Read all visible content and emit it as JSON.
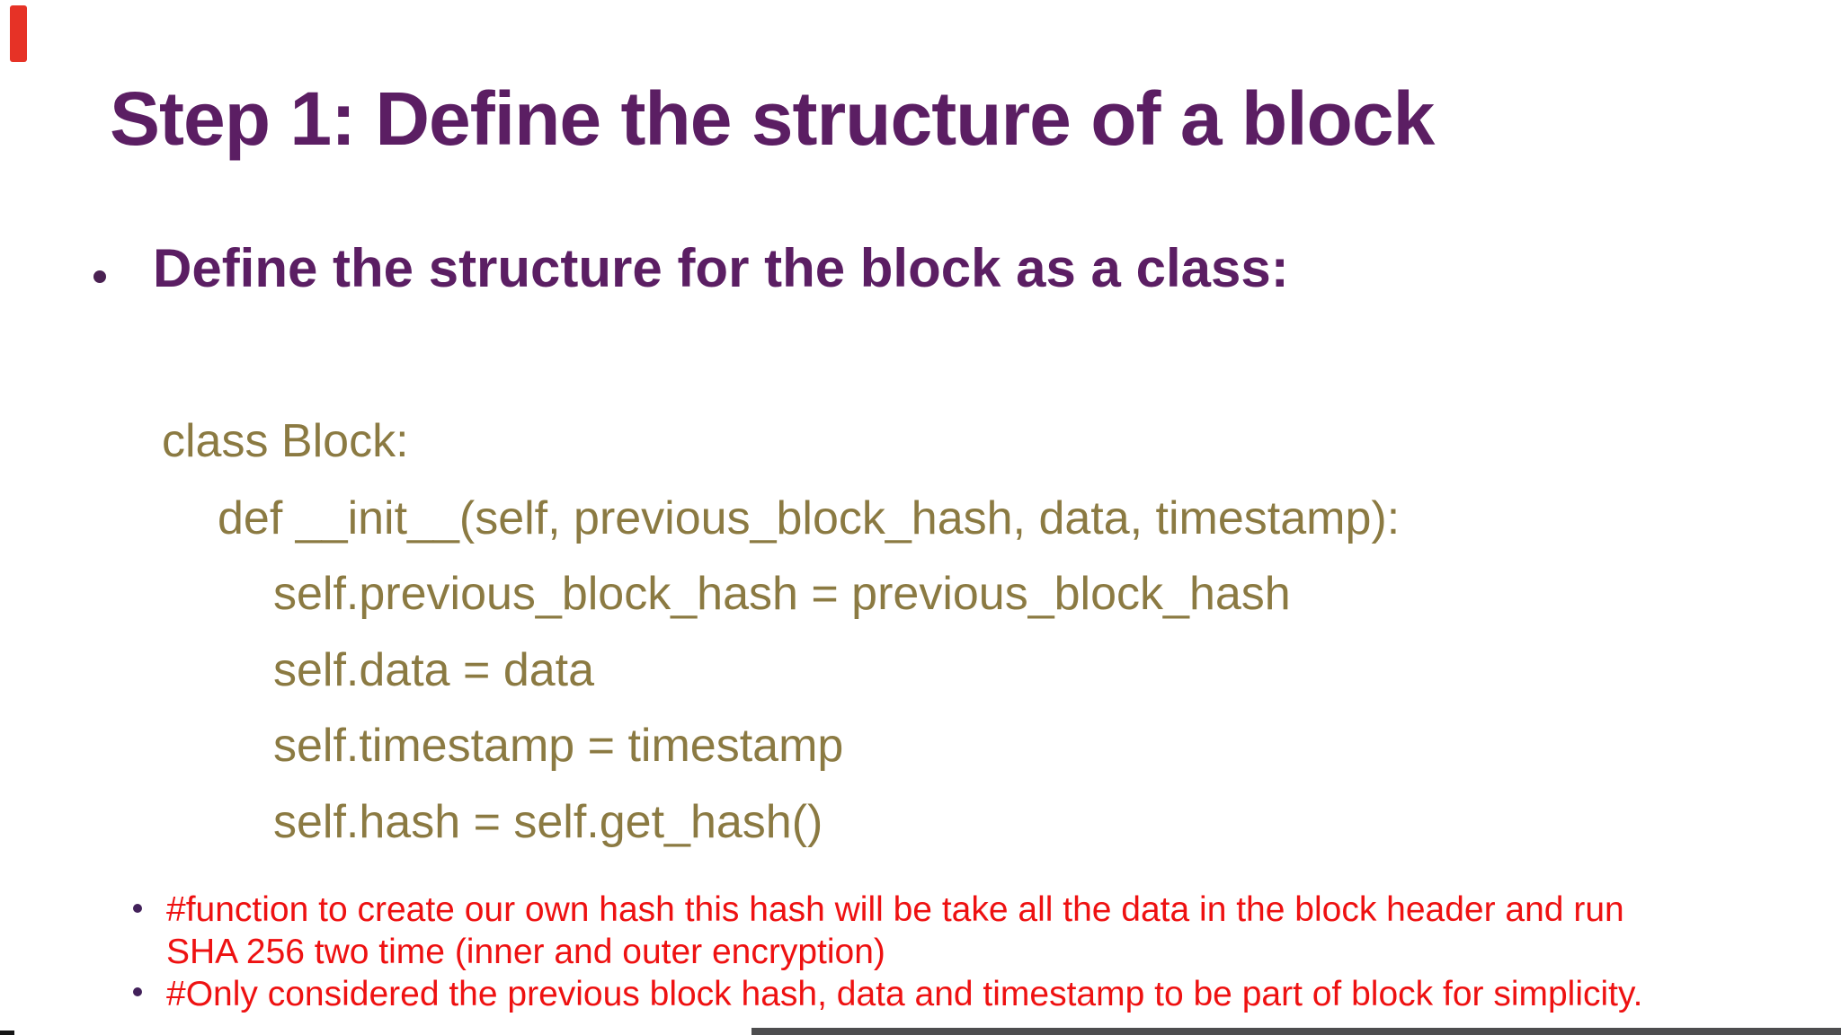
{
  "slide": {
    "title": "Step 1: Define the structure of a block",
    "bullet": "Define the structure for the block as a class:",
    "code": {
      "lines": [
        {
          "text": "class Block:",
          "indent": 0
        },
        {
          "text": "def __init__(self, previous_block_hash, data, timestamp):",
          "indent": 1
        },
        {
          "text": "self.previous_block_hash = previous_block_hash",
          "indent": 2
        },
        {
          "text": "self.data = data",
          "indent": 2
        },
        {
          "text": "self.timestamp = timestamp",
          "indent": 2
        },
        {
          "text": "self.hash = self.get_hash()",
          "indent": 2
        }
      ]
    },
    "notes": [
      {
        "lines": [
          "#function to create our own hash this hash will be take all the data in the block header and run",
          "SHA 256 two time (inner and outer encryption)"
        ]
      },
      {
        "lines": [
          "#Only considered the previous block hash, data and timestamp to be part of block for simplicity."
        ]
      }
    ],
    "colors": {
      "title_purple": "#5b1e63",
      "code_olive": "#8b7a42",
      "note_red": "#ee1111",
      "bullet_dot_purple": "#4a2152",
      "record_marker_red": "#e63226",
      "bottom_bar_gray": "#4d4d4f"
    }
  }
}
